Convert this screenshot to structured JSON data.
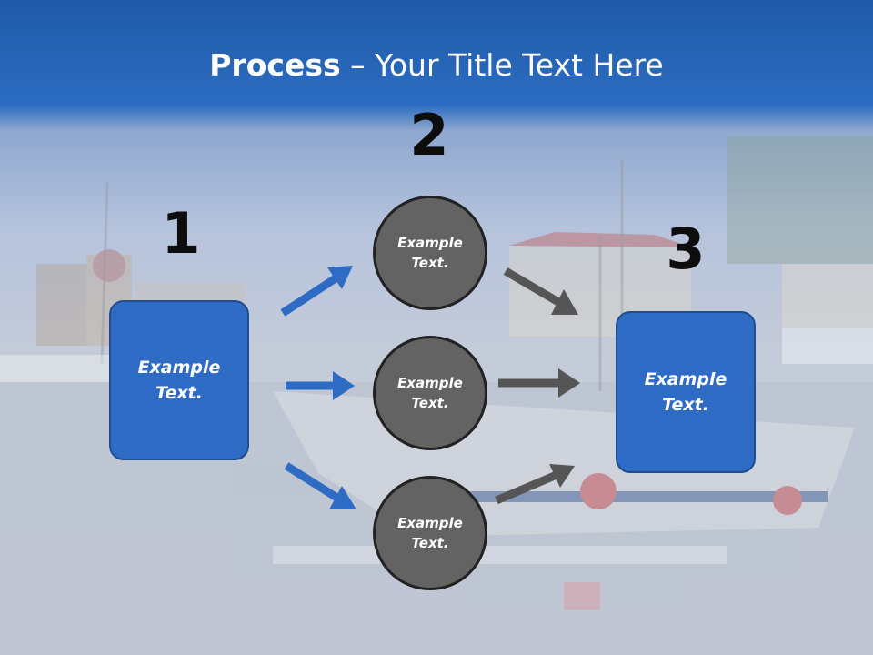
{
  "title": {
    "bold": "Process",
    "rest": " – Your Title Text Here"
  },
  "steps": {
    "one": "1",
    "two": "2",
    "three": "3"
  },
  "boxes": {
    "left": "Example\nText.",
    "right": "Example\nText."
  },
  "circles": [
    "Example\nText.",
    "Example\nText.",
    "Example\nText."
  ],
  "colors": {
    "header_blue": "#2c67b8",
    "box_fill": "#2e6bc4",
    "circle_fill": "#636363",
    "blue_arrow": "#2e6bc4",
    "gray_arrow": "#5a5a5a"
  }
}
